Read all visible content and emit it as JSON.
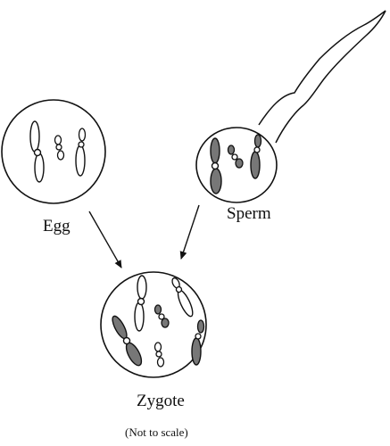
{
  "labels": {
    "egg": "Egg",
    "sperm": "Sperm",
    "zygote": "Zygote",
    "note": "(Not to scale)"
  },
  "colors": {
    "ink": "#111111",
    "paternal_fill": "#777777",
    "maternal_fill": "#ffffff"
  }
}
